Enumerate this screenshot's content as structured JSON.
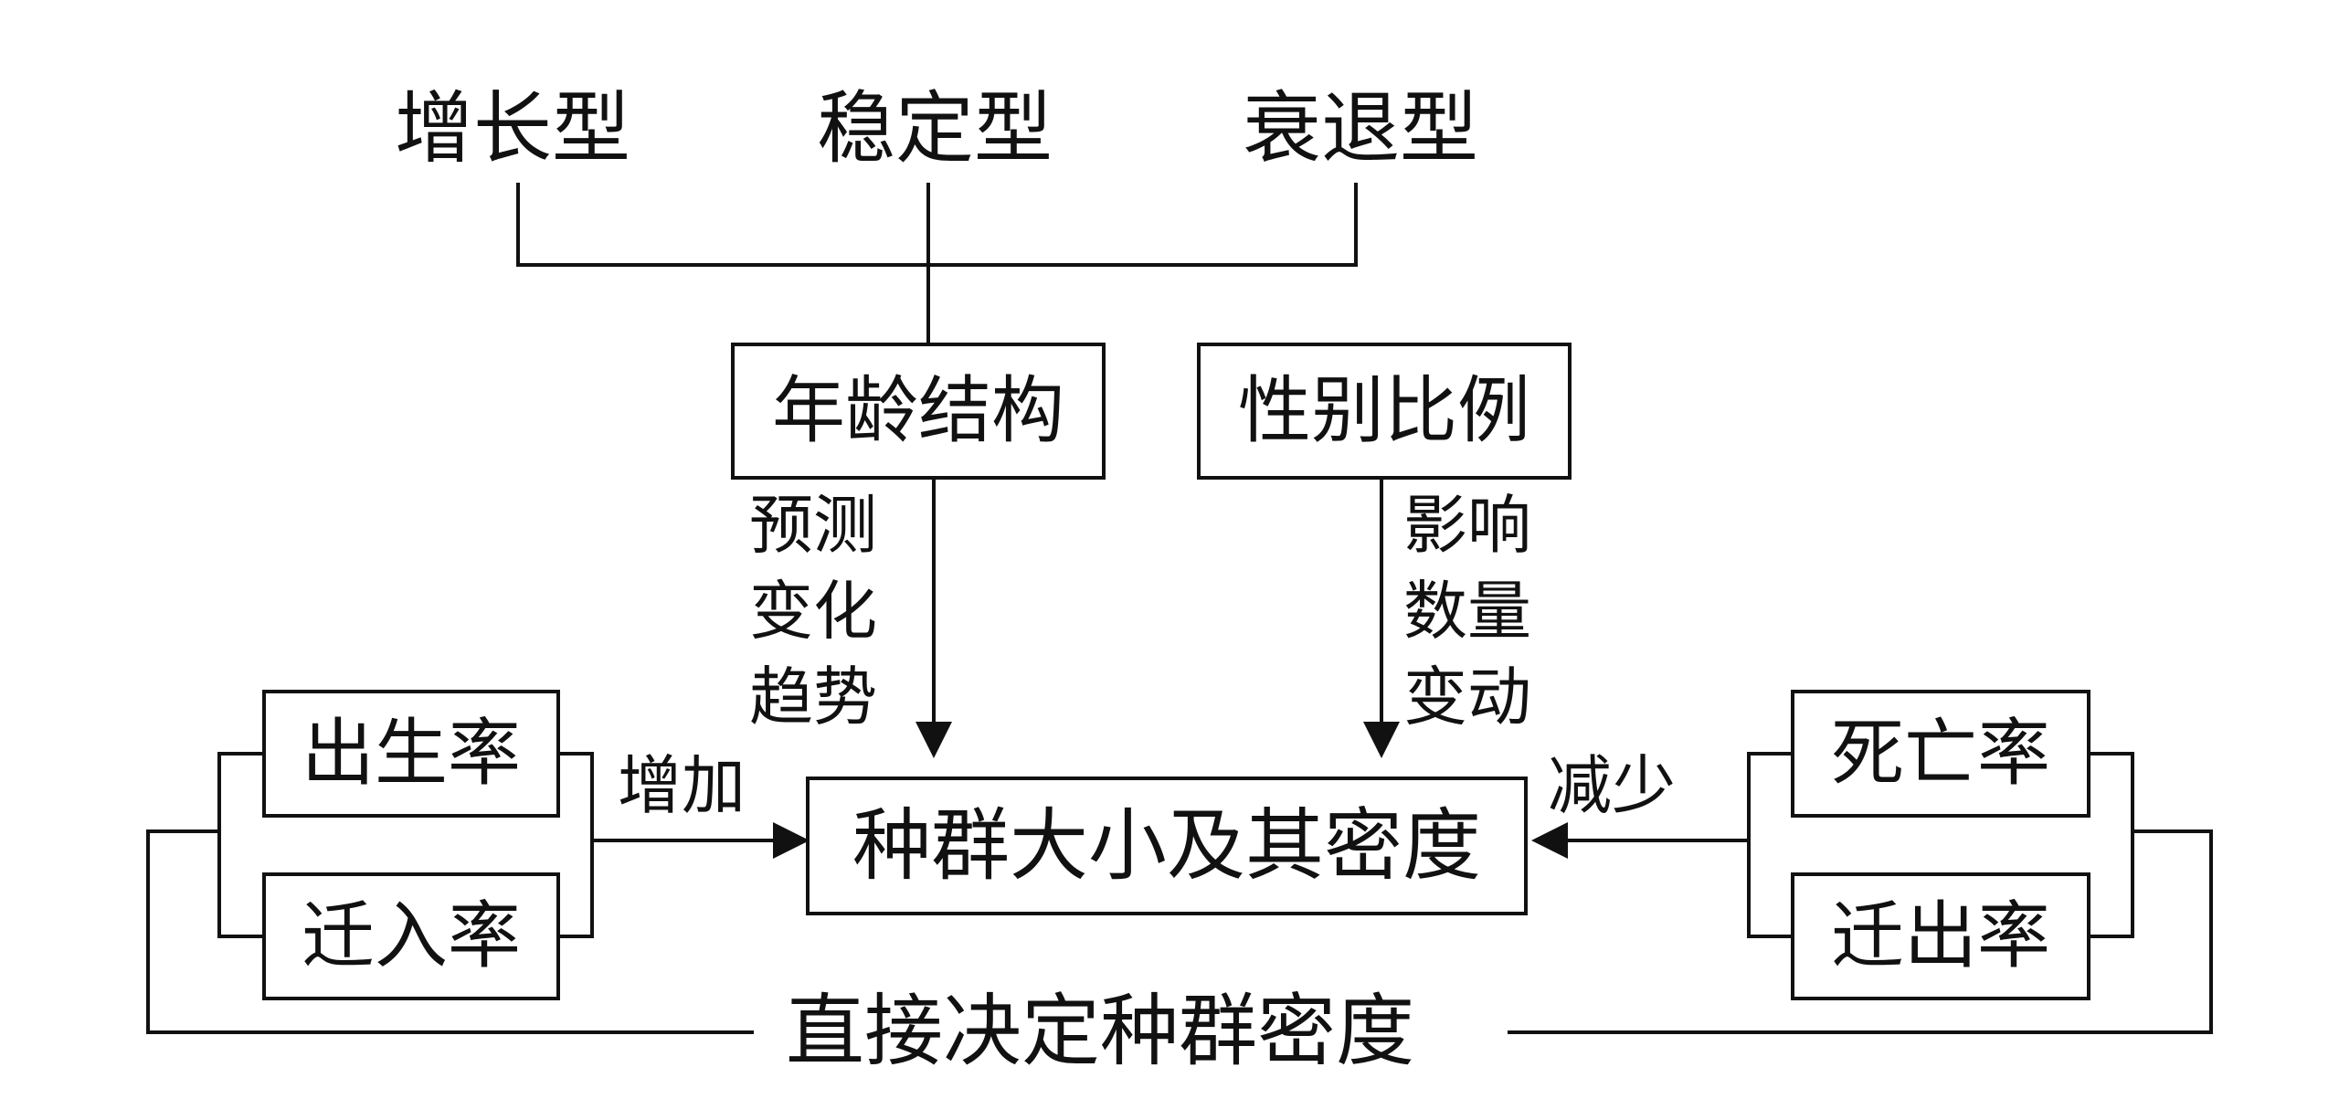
{
  "types": {
    "growth": "增长型",
    "stable": "稳定型",
    "decline": "衰退型"
  },
  "boxes": {
    "age_structure": "年龄结构",
    "sex_ratio": "性别比例",
    "birth_rate": "出生率",
    "immigration_rate": "迁入率",
    "death_rate": "死亡率",
    "emigration_rate": "迁出率",
    "population": "种群大小及其密度"
  },
  "annotations": {
    "predict": [
      "预测",
      "变化",
      "趋势"
    ],
    "influence": [
      "影响",
      "数量",
      "变动"
    ],
    "increase": "增加",
    "decrease": "减少",
    "direct": "直接决定种群密度"
  }
}
